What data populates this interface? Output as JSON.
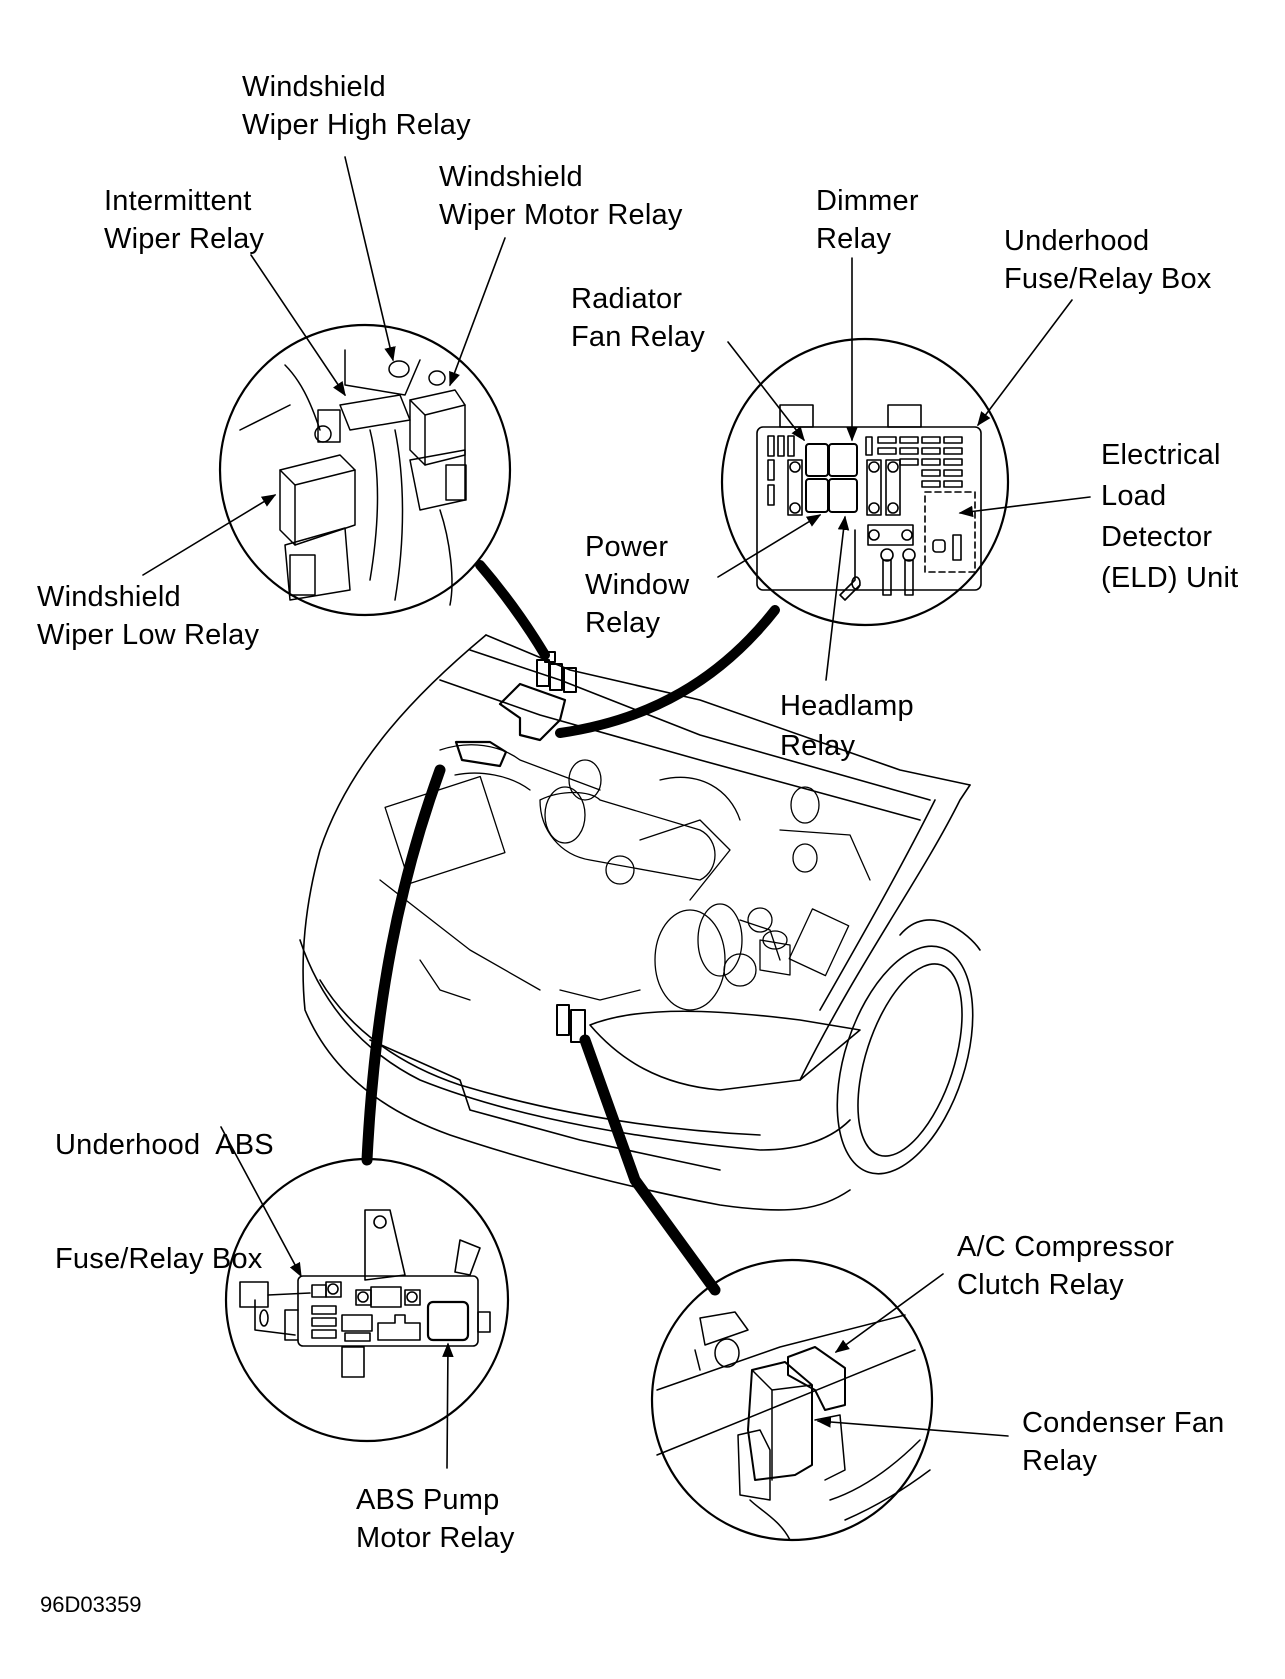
{
  "figure": {
    "reference_code": "96D03359",
    "ink_color": "#000000",
    "background_color": "#ffffff"
  },
  "callouts": {
    "windshield_wiper_high_relay": {
      "lines": [
        "Windshield",
        "Wiper High Relay"
      ]
    },
    "intermittent_wiper_relay": {
      "lines": [
        "Intermittent",
        "Wiper Relay"
      ]
    },
    "windshield_wiper_motor_relay": {
      "lines": [
        "Windshield",
        "Wiper Motor Relay"
      ]
    },
    "windshield_wiper_low_relay": {
      "lines": [
        "Windshield",
        "Wiper Low Relay"
      ]
    },
    "radiator_fan_relay": {
      "lines": [
        "Radiator",
        "Fan Relay"
      ]
    },
    "dimmer_relay": {
      "lines": [
        "Dimmer",
        "Relay"
      ]
    },
    "underhood_fuse_relay_box": {
      "lines": [
        "Underhood",
        "Fuse/Relay Box"
      ]
    },
    "electrical_load_detector": {
      "lines": [
        "Electrical",
        "Load",
        "Detector",
        "(ELD) Unit"
      ]
    },
    "power_window_relay": {
      "lines": [
        "Power",
        "Window",
        "Relay"
      ]
    },
    "headlamp_relay": {
      "lines": [
        "Headlamp",
        "Relay"
      ]
    },
    "underhood_abs_fuse_relay_box": {
      "lines": [
        "Underhood  ABS",
        "Fuse/Relay Box"
      ]
    },
    "abs_pump_motor_relay": {
      "lines": [
        "ABS Pump",
        "Motor Relay"
      ]
    },
    "ac_compressor_clutch_relay": {
      "lines": [
        "A/C Compressor",
        "Clutch Relay"
      ]
    },
    "condenser_fan_relay": {
      "lines": [
        "Condenser Fan",
        "Relay"
      ]
    }
  },
  "detail_views": [
    {
      "id": "wiper-relays-detail",
      "subject": "Windshield wiper relay cluster"
    },
    {
      "id": "underhood-fuse-box-detail",
      "subject": "Underhood fuse/relay box"
    },
    {
      "id": "abs-fuse-box-detail",
      "subject": "Underhood ABS fuse/relay box"
    },
    {
      "id": "ac-relays-detail",
      "subject": "A/C compressor clutch and condenser fan relays"
    }
  ]
}
